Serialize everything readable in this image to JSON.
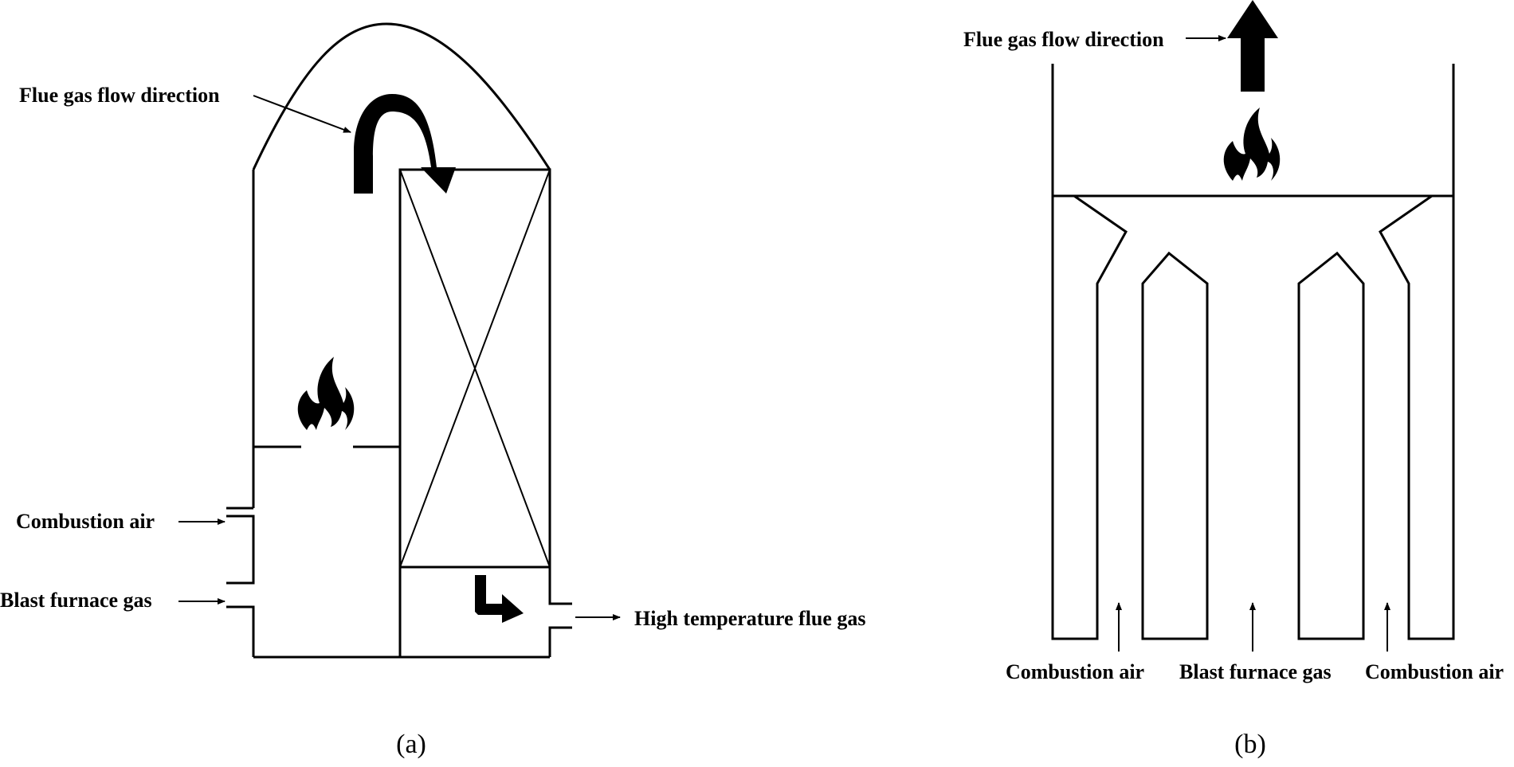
{
  "panel_a": {
    "caption": "(a)",
    "labels": {
      "flue_gas_flow_direction": "Flue gas flow direction",
      "combustion_air": "Combustion air",
      "blast_furnace_gas": "Blast furnace gas",
      "high_temperature_flue_gas": "High temperature flue gas"
    },
    "icons": [
      "flame-icon",
      "curved-arrow-icon",
      "bent-arrow-icon"
    ]
  },
  "panel_b": {
    "caption": "(b)",
    "labels": {
      "flue_gas_flow_direction": "Flue gas flow direction",
      "combustion_air_left": "Combustion air",
      "blast_furnace_gas": "Blast furnace gas",
      "combustion_air_right": "Combustion air"
    },
    "icons": [
      "flame-icon",
      "up-arrow-icon"
    ]
  },
  "colors": {
    "line": "#000000",
    "background": "#ffffff"
  }
}
